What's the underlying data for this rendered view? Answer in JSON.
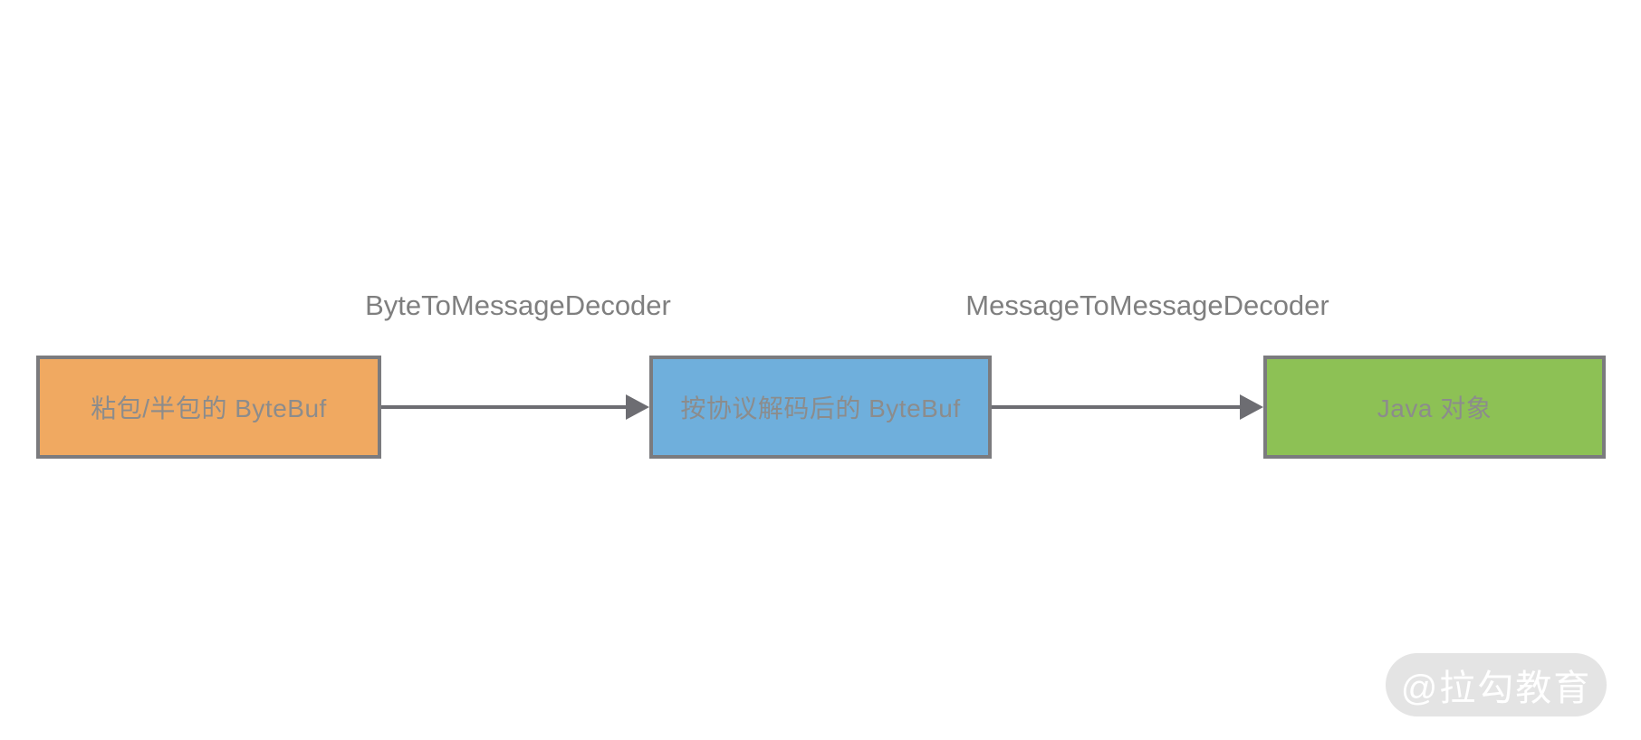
{
  "diagram": {
    "nodes": [
      {
        "label": "粘包/半包的 ByteBuf",
        "color": "#f0a961"
      },
      {
        "label": "按协议解码后的 ByteBuf",
        "color": "#6fafdc"
      },
      {
        "label": "Java 对象",
        "color": "#8dc155"
      }
    ],
    "edges": [
      {
        "label": "ByteToMessageDecoder"
      },
      {
        "label": "MessageToMessageDecoder"
      }
    ]
  },
  "watermark": {
    "text": "@拉勾教育"
  },
  "colors": {
    "node_border": "#7b7b7e",
    "node_text": "#8c8c8c",
    "edge_label_text": "#7f7f7f",
    "arrow": "#6d6d72",
    "watermark_bg": "#e4e4e4",
    "watermark_text": "#ffffff"
  }
}
